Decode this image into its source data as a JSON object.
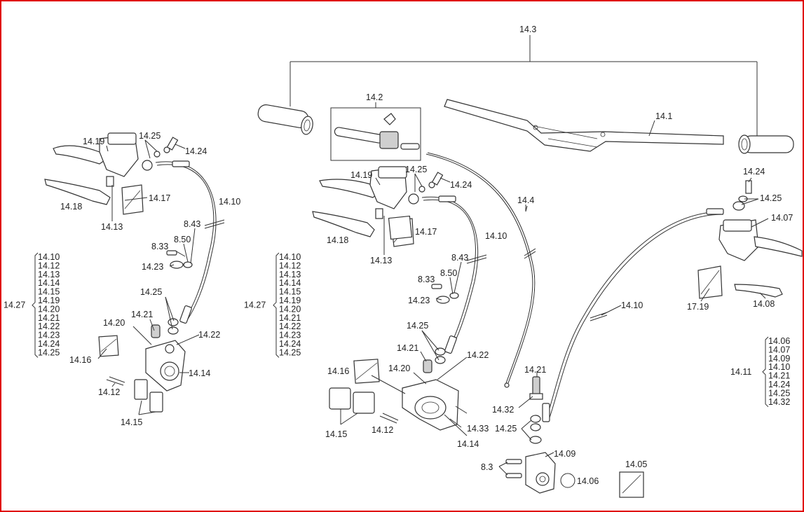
{
  "callouts": [
    {
      "id": "14.3",
      "text": "14.3"
    },
    {
      "id": "14.2",
      "text": "14.2"
    },
    {
      "id": "14.1",
      "text": "14.1"
    },
    {
      "id": "14.4",
      "text": "14.4"
    },
    {
      "id": "14.19-l",
      "text": "14.19"
    },
    {
      "id": "14.25-l",
      "text": "14.25"
    },
    {
      "id": "14.24-l",
      "text": "14.24"
    },
    {
      "id": "14.17-l",
      "text": "14.17"
    },
    {
      "id": "14.18-l",
      "text": "14.18"
    },
    {
      "id": "14.13-l",
      "text": "14.13"
    },
    {
      "id": "14.10-l",
      "text": "14.10"
    },
    {
      "id": "8.43-l",
      "text": "8.43"
    },
    {
      "id": "8.50-l",
      "text": "8.50"
    },
    {
      "id": "8.33-l",
      "text": "8.33"
    },
    {
      "id": "14.23-l",
      "text": "14.23"
    },
    {
      "id": "14.25-l2",
      "text": "14.25"
    },
    {
      "id": "14.21-l",
      "text": "14.21"
    },
    {
      "id": "14.20-l",
      "text": "14.20"
    },
    {
      "id": "14.22-l",
      "text": "14.22"
    },
    {
      "id": "14.16-l",
      "text": "14.16"
    },
    {
      "id": "14.14-l",
      "text": "14.14"
    },
    {
      "id": "14.12-l",
      "text": "14.12"
    },
    {
      "id": "14.15-l",
      "text": "14.15"
    },
    {
      "id": "14.19-c",
      "text": "14.19"
    },
    {
      "id": "14.25-c",
      "text": "14.25"
    },
    {
      "id": "14.24-c",
      "text": "14.24"
    },
    {
      "id": "14.17-c",
      "text": "14.17"
    },
    {
      "id": "14.18-c",
      "text": "14.18"
    },
    {
      "id": "14.13-c",
      "text": "14.13"
    },
    {
      "id": "14.10-c",
      "text": "14.10"
    },
    {
      "id": "8.43-c",
      "text": "8.43"
    },
    {
      "id": "8.50-c",
      "text": "8.50"
    },
    {
      "id": "8.33-c",
      "text": "8.33"
    },
    {
      "id": "14.23-c",
      "text": "14.23"
    },
    {
      "id": "14.25-c2",
      "text": "14.25"
    },
    {
      "id": "14.21-c",
      "text": "14.21"
    },
    {
      "id": "14.20-c",
      "text": "14.20"
    },
    {
      "id": "14.22-c",
      "text": "14.22"
    },
    {
      "id": "14.16-c",
      "text": "14.16"
    },
    {
      "id": "14.15-c",
      "text": "14.15"
    },
    {
      "id": "14.12-c",
      "text": "14.12"
    },
    {
      "id": "14.33-c",
      "text": "14.33"
    },
    {
      "id": "14.14-c",
      "text": "14.14"
    },
    {
      "id": "14.21-r",
      "text": "14.21"
    },
    {
      "id": "14.32-r",
      "text": "14.32"
    },
    {
      "id": "14.25-r",
      "text": "14.25"
    },
    {
      "id": "14.09-r",
      "text": "14.09"
    },
    {
      "id": "8.3-r",
      "text": "8.3"
    },
    {
      "id": "14.06-r",
      "text": "14.06"
    },
    {
      "id": "14.05-r",
      "text": "14.05"
    },
    {
      "id": "14.10-r",
      "text": "14.10"
    },
    {
      "id": "14.24-r",
      "text": "14.24"
    },
    {
      "id": "14.25-r2",
      "text": "14.25"
    },
    {
      "id": "14.07-r",
      "text": "14.07"
    },
    {
      "id": "17.19-r",
      "text": "17.19"
    },
    {
      "id": "14.08-r",
      "text": "14.08"
    }
  ],
  "kits": [
    {
      "label": "14.27",
      "items": [
        "14.10",
        "14.12",
        "14.13",
        "14.14",
        "14.15",
        "14.19",
        "14.20",
        "14.21",
        "14.22",
        "14.23",
        "14.24",
        "14.25"
      ]
    },
    {
      "label": "14.27",
      "items": [
        "14.10",
        "14.12",
        "14.13",
        "14.14",
        "14.15",
        "14.19",
        "14.20",
        "14.21",
        "14.22",
        "14.23",
        "14.24",
        "14.25"
      ]
    },
    {
      "label": "14.11",
      "items": [
        "14.06",
        "14.07",
        "14.09",
        "14.10",
        "14.21",
        "14.24",
        "14.25",
        "14.32"
      ]
    }
  ]
}
